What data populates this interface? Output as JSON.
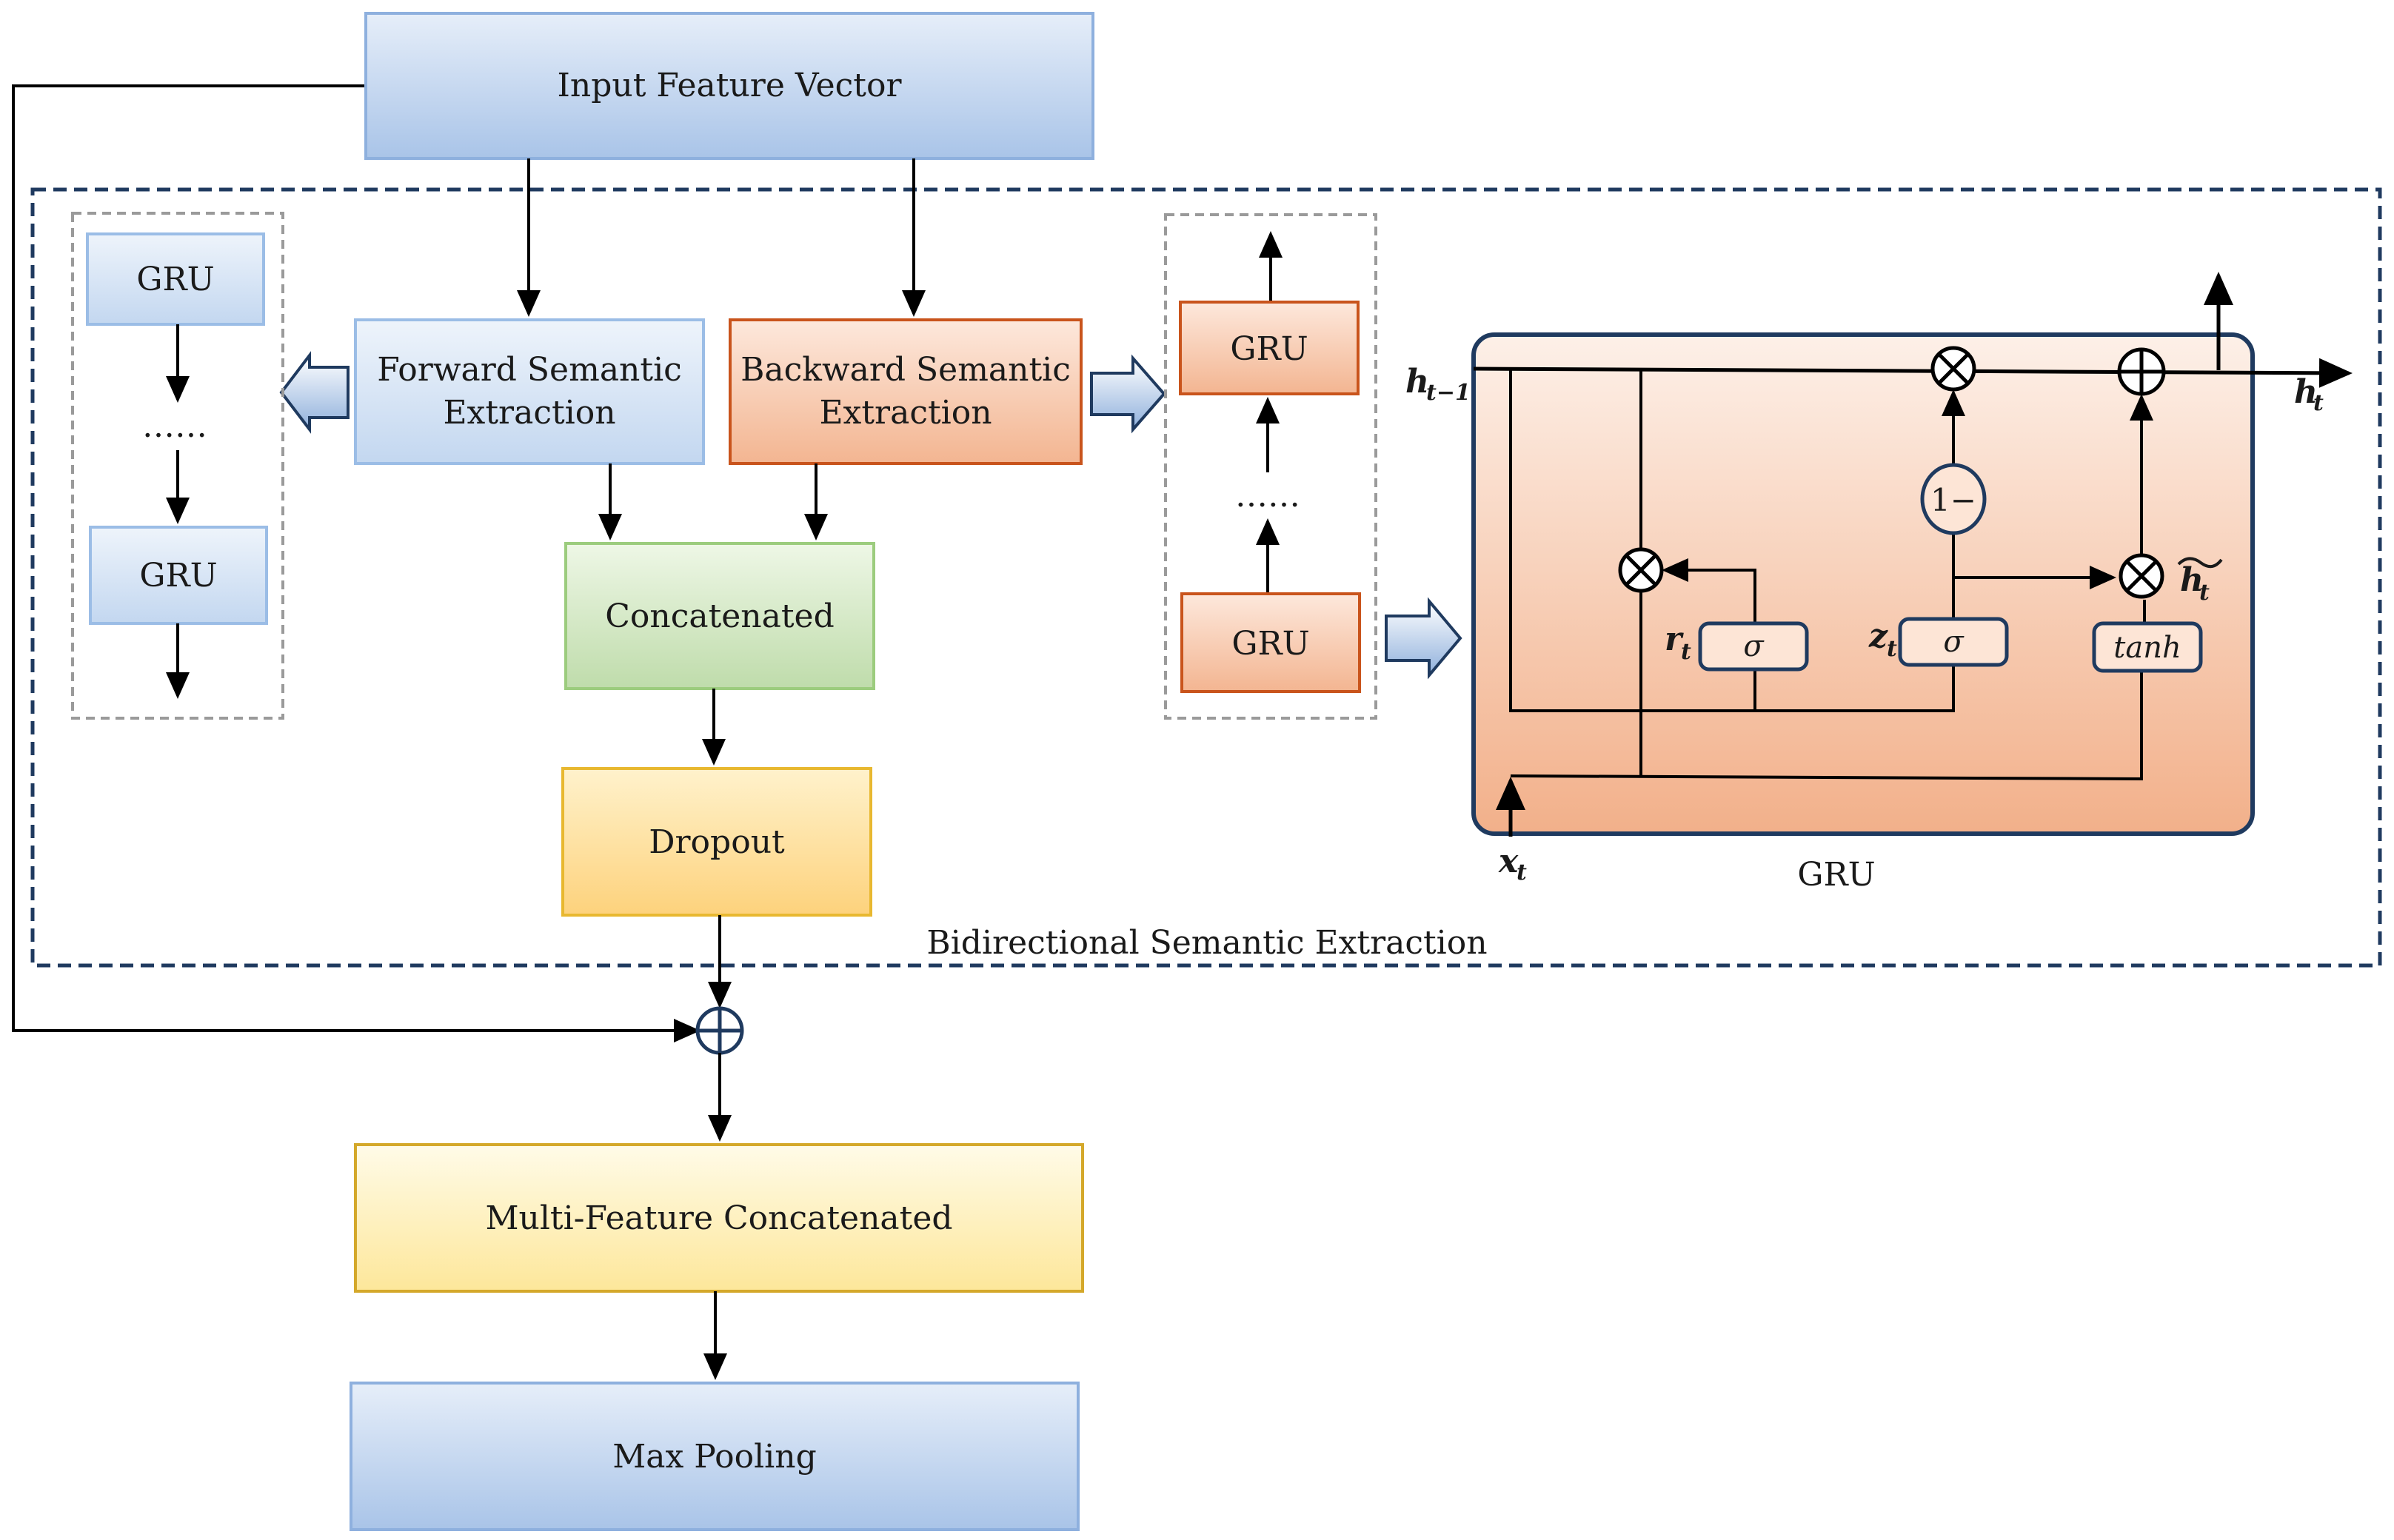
{
  "input_box": {
    "label": "Input Feature Vector"
  },
  "forward_box": {
    "line1": "Forward Semantic",
    "line2": "Extraction"
  },
  "backward_box": {
    "line1": "Backward Semantic",
    "line2": "Extraction"
  },
  "concat_box": {
    "label": "Concatenated"
  },
  "dropout_box": {
    "label": "Dropout"
  },
  "multi_box": {
    "label": "Multi-Feature Concatenated"
  },
  "maxpool_box": {
    "label": "Max Pooling"
  },
  "bidir_region": {
    "label": "Bidirectional Semantic Extraction"
  },
  "left_stack": {
    "top": "GRU",
    "dots": "……",
    "bottom": "GRU"
  },
  "right_stack": {
    "top": "GRU",
    "dots": "……",
    "bottom": "GRU"
  },
  "gru_cell": {
    "caption": "GRU",
    "h_prev": "h",
    "h_prev_sub": "t−1",
    "h_out": "h",
    "h_out_sub": "t",
    "x_in": "x",
    "x_in_sub": "t",
    "r_label": "r",
    "r_sub": "t",
    "z_label": "z",
    "z_sub": "t",
    "h_tilde": "h",
    "h_tilde_sub": "t",
    "sigma_r": "σ",
    "sigma_z": "σ",
    "tanh": "tanh",
    "one_minus": "1−"
  },
  "colors": {
    "blue_fill_top": "#e6eef9",
    "blue_fill_bottom": "#a9c4e8",
    "blue_stroke": "#8eb0de",
    "orange_fill_top": "#fde8dc",
    "orange_fill_bottom": "#f3b591",
    "orange_stroke": "#c9541c",
    "green_fill_top": "#eef7e6",
    "green_fill_bottom": "#bfdcab",
    "green_stroke": "#9ccc7e",
    "yellow_fill_top": "#fff2cc",
    "yellow_fill_bottom": "#fdd27c",
    "yellow_stroke": "#e8b830",
    "navy": "#1f3a5f"
  }
}
